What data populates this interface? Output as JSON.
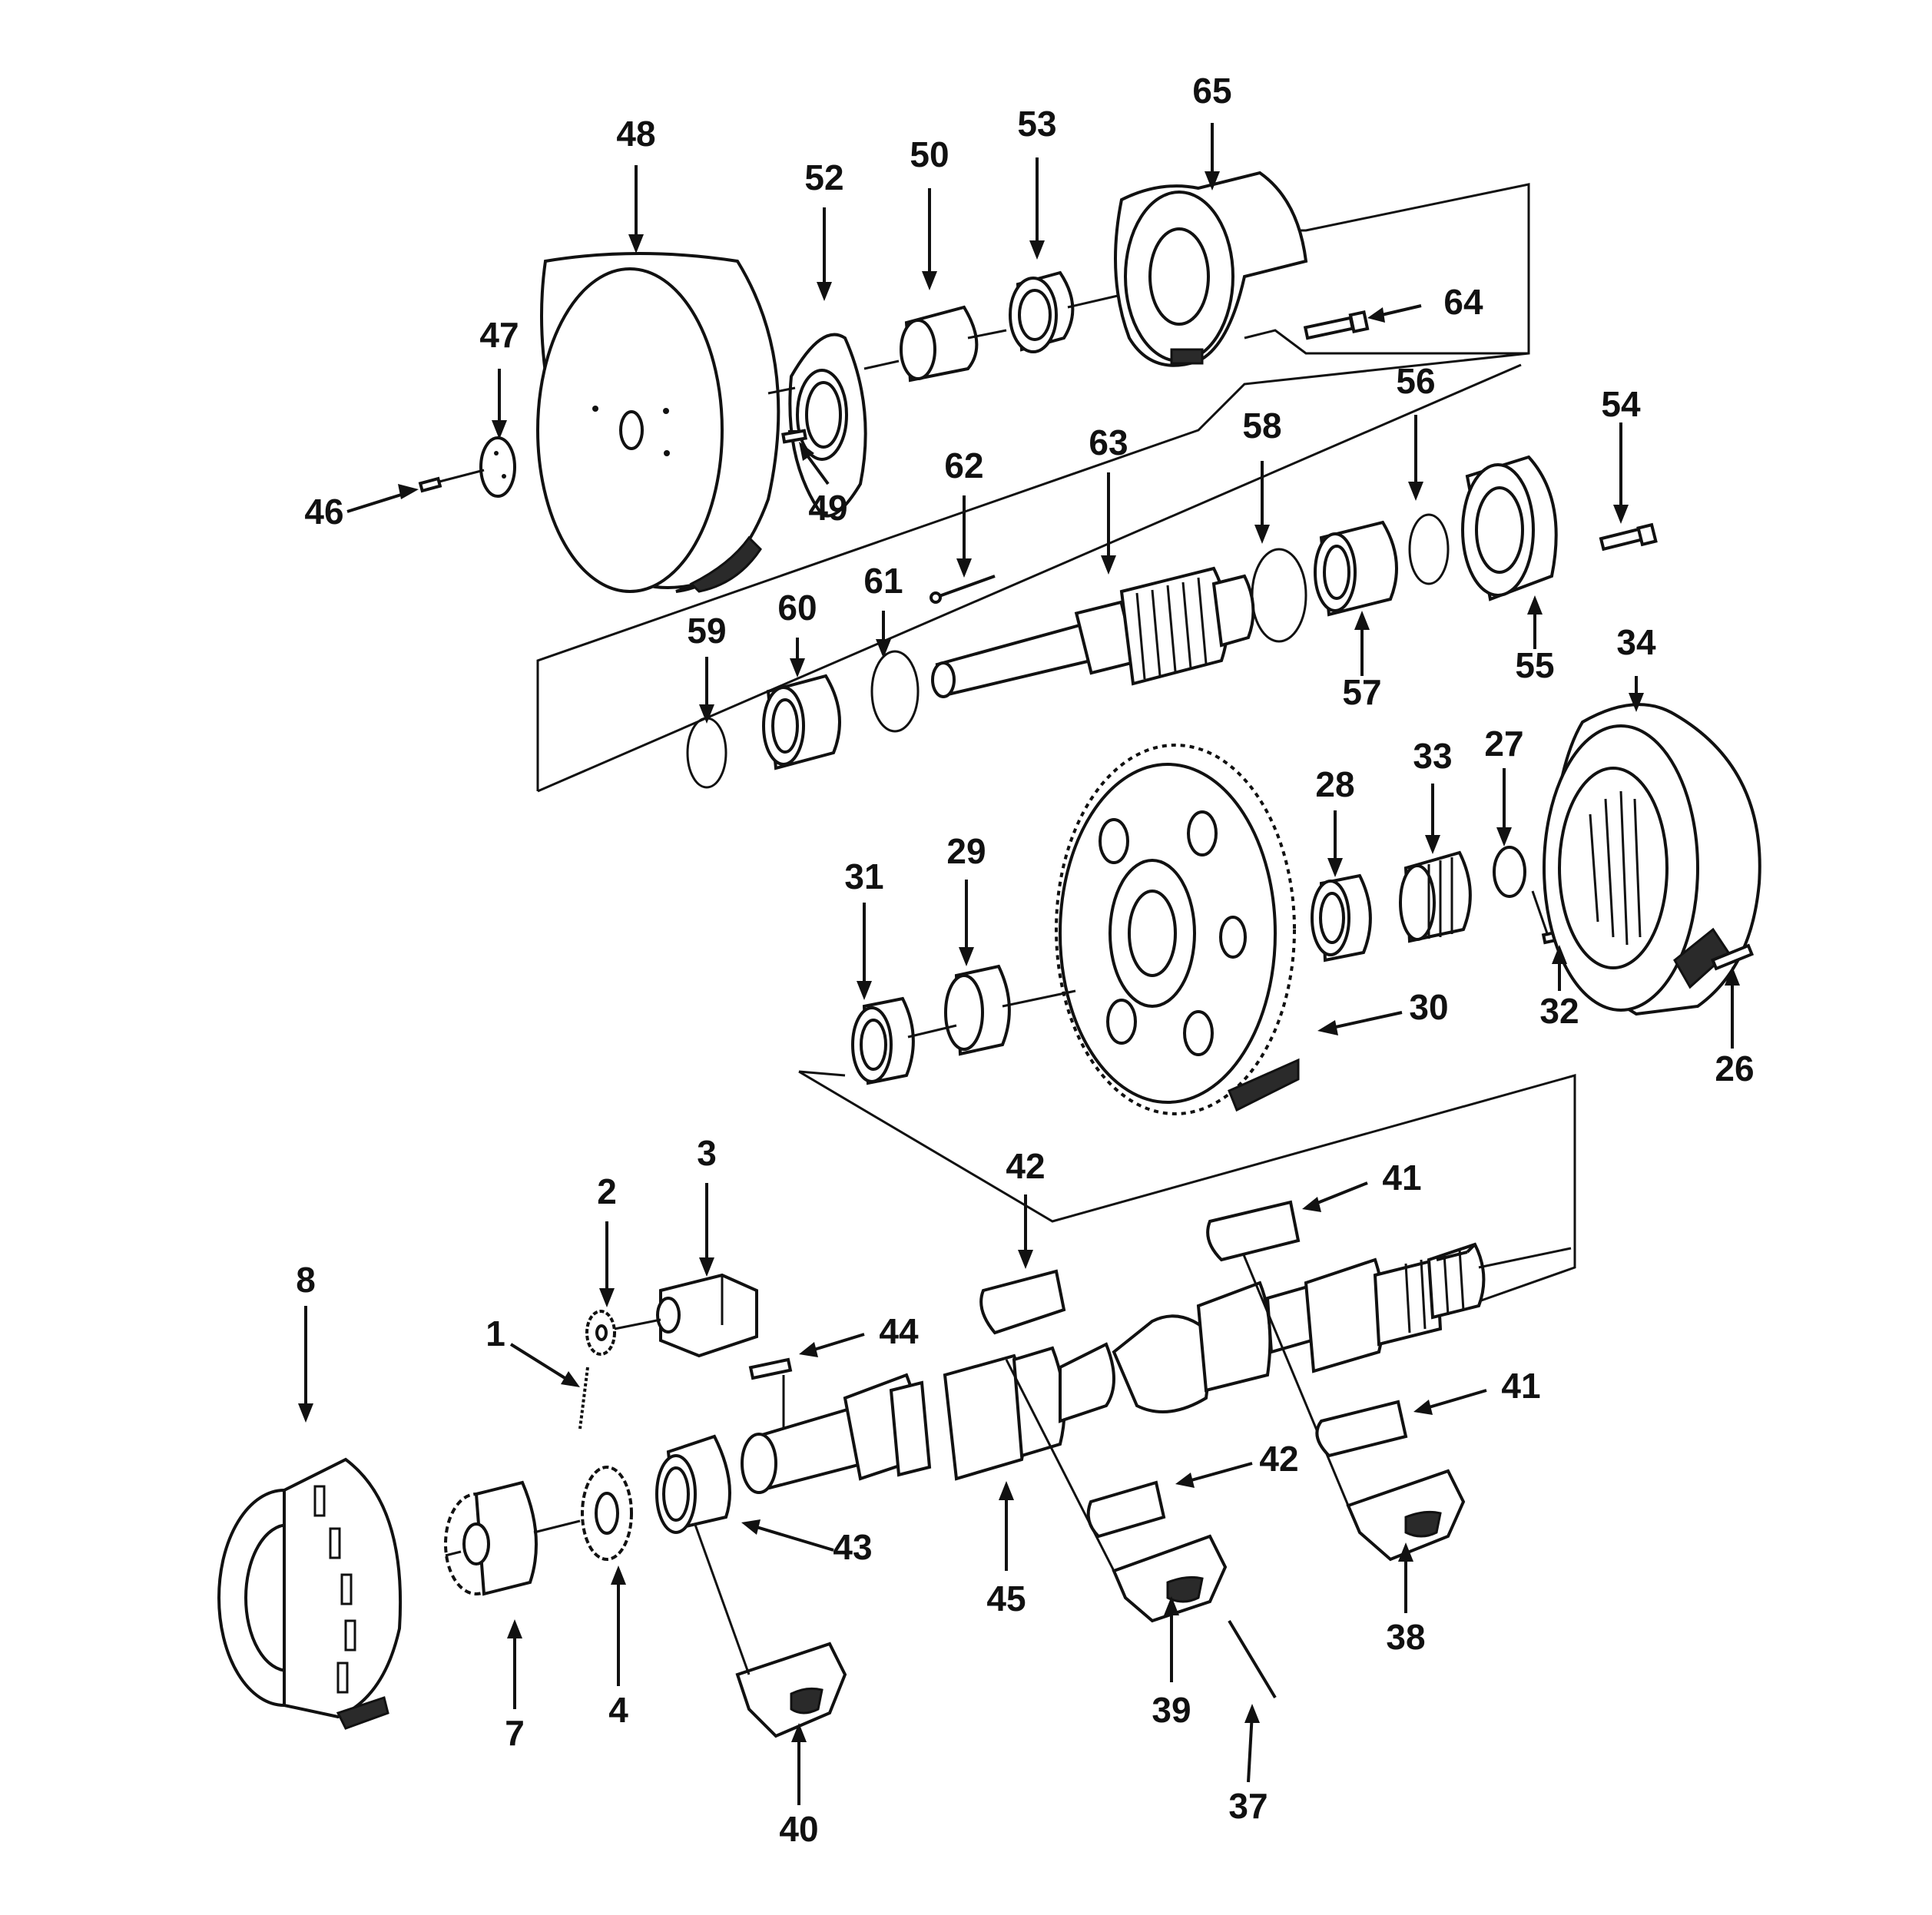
{
  "diagram": {
    "type": "exploded-parts-view",
    "callouts": [
      {
        "id": "1",
        "label": "1"
      },
      {
        "id": "2",
        "label": "2"
      },
      {
        "id": "3",
        "label": "3"
      },
      {
        "id": "4",
        "label": "4"
      },
      {
        "id": "7",
        "label": "7"
      },
      {
        "id": "8",
        "label": "8"
      },
      {
        "id": "26",
        "label": "26"
      },
      {
        "id": "27",
        "label": "27"
      },
      {
        "id": "28",
        "label": "28"
      },
      {
        "id": "29",
        "label": "29"
      },
      {
        "id": "30",
        "label": "30"
      },
      {
        "id": "31",
        "label": "31"
      },
      {
        "id": "32",
        "label": "32"
      },
      {
        "id": "33",
        "label": "33"
      },
      {
        "id": "34",
        "label": "34"
      },
      {
        "id": "37",
        "label": "37"
      },
      {
        "id": "38",
        "label": "38"
      },
      {
        "id": "39",
        "label": "39"
      },
      {
        "id": "40",
        "label": "40"
      },
      {
        "id": "41a",
        "label": "41"
      },
      {
        "id": "41b",
        "label": "41"
      },
      {
        "id": "42a",
        "label": "42"
      },
      {
        "id": "42b",
        "label": "42"
      },
      {
        "id": "43",
        "label": "43"
      },
      {
        "id": "44",
        "label": "44"
      },
      {
        "id": "45",
        "label": "45"
      },
      {
        "id": "46",
        "label": "46"
      },
      {
        "id": "47",
        "label": "47"
      },
      {
        "id": "48",
        "label": "48"
      },
      {
        "id": "49",
        "label": "49"
      },
      {
        "id": "50",
        "label": "50"
      },
      {
        "id": "52",
        "label": "52"
      },
      {
        "id": "53",
        "label": "53"
      },
      {
        "id": "54",
        "label": "54"
      },
      {
        "id": "55",
        "label": "55"
      },
      {
        "id": "56",
        "label": "56"
      },
      {
        "id": "57",
        "label": "57"
      },
      {
        "id": "58",
        "label": "58"
      },
      {
        "id": "59",
        "label": "59"
      },
      {
        "id": "60",
        "label": "60"
      },
      {
        "id": "61",
        "label": "61"
      },
      {
        "id": "62",
        "label": "62"
      },
      {
        "id": "63",
        "label": "63"
      },
      {
        "id": "64",
        "label": "64"
      },
      {
        "id": "65",
        "label": "65"
      }
    ]
  }
}
